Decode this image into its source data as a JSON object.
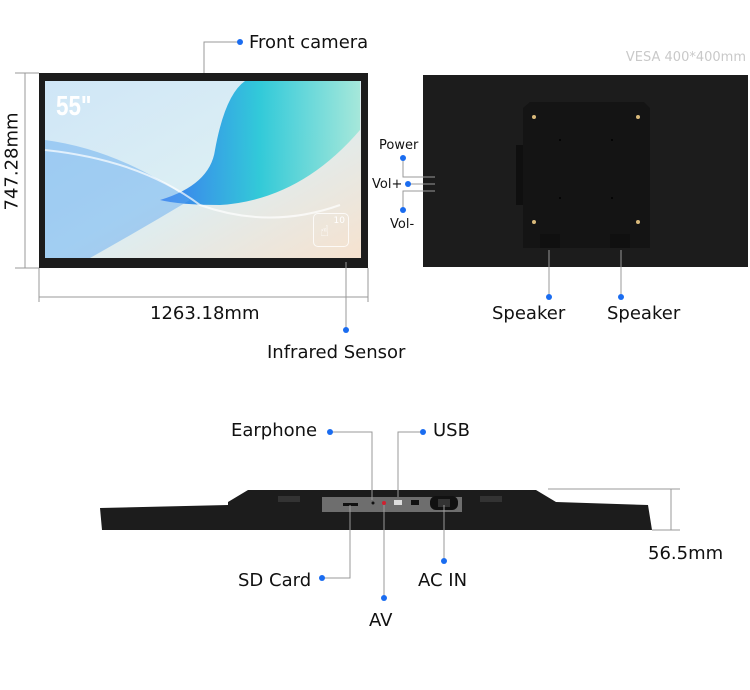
{
  "front": {
    "size_badge": "55\"",
    "touch_points": "10",
    "front_camera_label": "Front camera",
    "height_dimension": "747.28mm",
    "width_dimension": "1263.18mm",
    "infrared_label": "Infrared Sensor"
  },
  "back": {
    "vesa_label": "VESA 400*400mm",
    "power_label": "Power",
    "vol_up_label": "Vol+",
    "vol_down_label": "Vol-",
    "speaker_left_label": "Speaker",
    "speaker_right_label": "Speaker"
  },
  "bottom": {
    "earphone_label": "Earphone",
    "usb_label": "USB",
    "sd_card_label": "SD Card",
    "av_label": "AV",
    "ac_in_label": "AC IN",
    "depth_dimension": "56.5mm"
  },
  "colors": {
    "dot": "#1a6cf0",
    "line": "#999999",
    "body": "#1c1c1c"
  }
}
